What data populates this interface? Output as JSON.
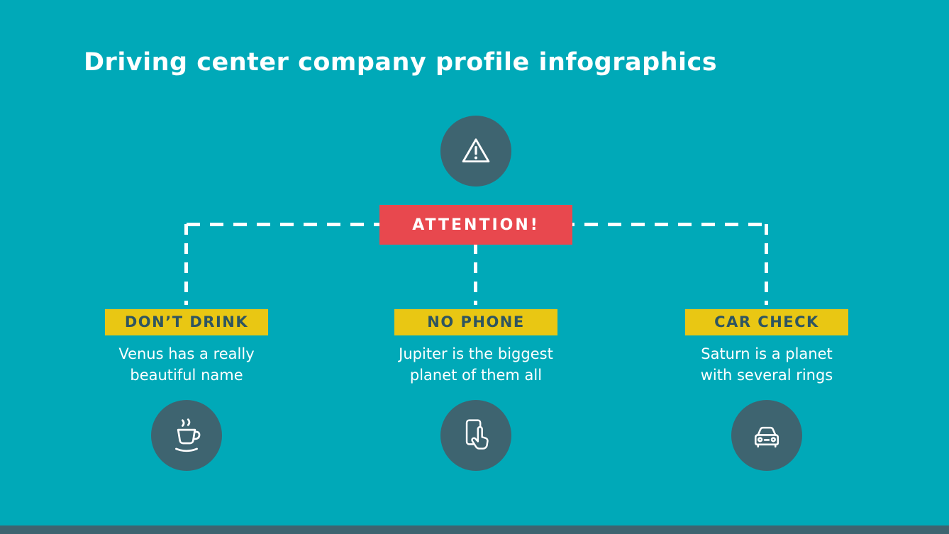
{
  "slide": {
    "title": "Driving center company profile infographics"
  },
  "colors": {
    "background": "#00A9B8",
    "circle": "#3E6470",
    "attention_red": "#E8484E",
    "label_yellow": "#E9C713",
    "label_text": "#2F5560",
    "text_white": "#FFFFFF"
  },
  "attention": {
    "icon": "warning-triangle-icon",
    "label": "ATTENTION!"
  },
  "branches": [
    {
      "label": "DON’T DRINK",
      "description": "Venus has a really\nbeautiful name",
      "icon": "coffee-cup-icon"
    },
    {
      "label": "NO PHONE",
      "description": "Jupiter is the biggest\nplanet of them all",
      "icon": "phone-tap-icon"
    },
    {
      "label": "CAR CHECK",
      "description": "Saturn is a planet\nwith several rings",
      "icon": "car-front-icon"
    }
  ]
}
